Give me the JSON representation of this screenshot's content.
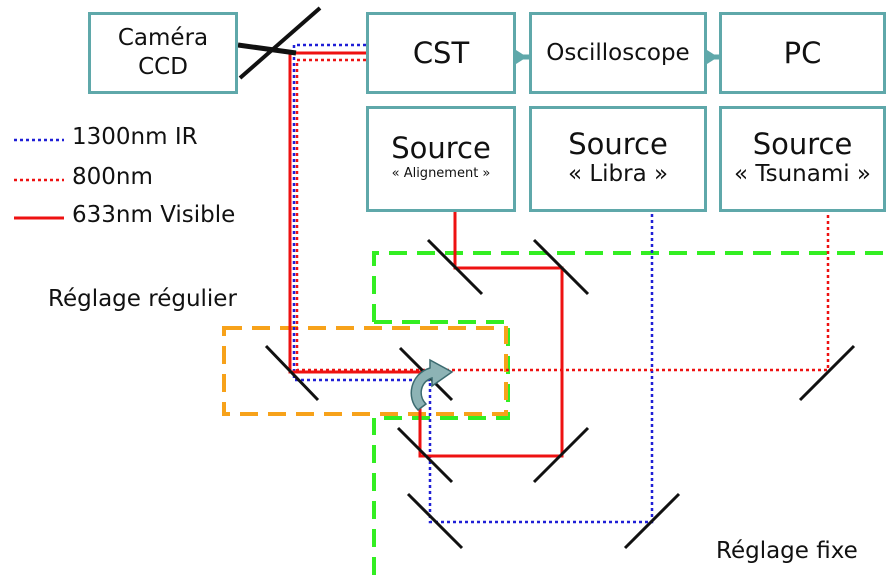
{
  "boxes": {
    "camera": {
      "line1": "Caméra",
      "line2": "CCD"
    },
    "cst": "CST",
    "oscilloscope": "Oscilloscope",
    "pc": "PC",
    "source_alignement": {
      "title": "Source",
      "subtitle": "« Alignement »"
    },
    "source_libra": {
      "title": "Source",
      "subtitle": "« Libra »"
    },
    "source_tsunami": {
      "title": "Source",
      "subtitle": "« Tsunami »"
    }
  },
  "legend": {
    "items": [
      {
        "label": "1300nm IR",
        "color": "#1f1fd6",
        "style": "dotted"
      },
      {
        "label": "800nm",
        "color": "#ee1111",
        "style": "dotted"
      },
      {
        "label": "633nm Visible",
        "color": "#ee1111",
        "style": "solid"
      }
    ]
  },
  "zones": {
    "regular": {
      "label": "Réglage régulier",
      "color": "#f7a21a"
    },
    "fixed": {
      "label": "Réglage fixe",
      "color": "#33ee22"
    }
  },
  "colors": {
    "box_border": "#5fa8aa",
    "arrow": "#5fa8aa",
    "mirror": "#111111",
    "rotation_arrow": "#8db3b5"
  },
  "icons": [
    "curved-rotation-arrow-icon",
    "flow-arrow-icon"
  ]
}
